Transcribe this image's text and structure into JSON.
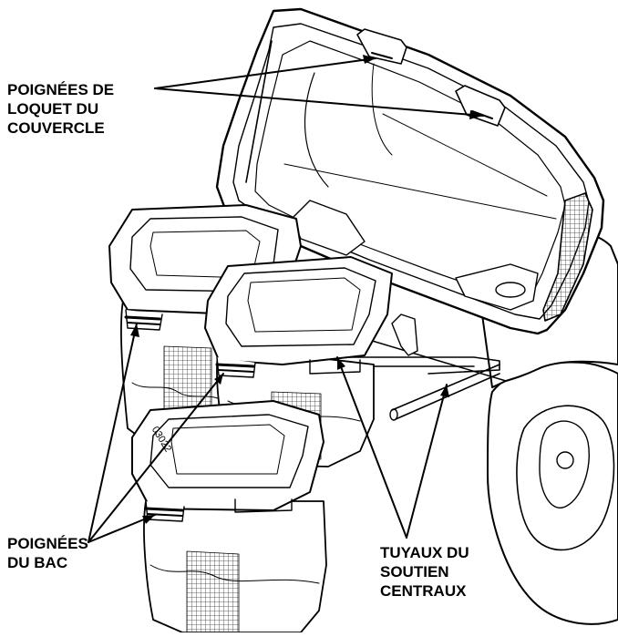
{
  "labels": {
    "lid_latch_handles": [
      "POIGNÉES DE",
      "LOQUET DU",
      "COUVERCLE"
    ],
    "bag_handles": [
      "POIGNÉES",
      "DU BAC"
    ],
    "center_support_tubes": [
      "TUYAUX DU",
      "SOUTIEN",
      "CENTRAUX"
    ]
  },
  "figure_code": "03022",
  "colors": {
    "line": "#000000",
    "fill": "#ffffff",
    "mesh": "#333333"
  }
}
